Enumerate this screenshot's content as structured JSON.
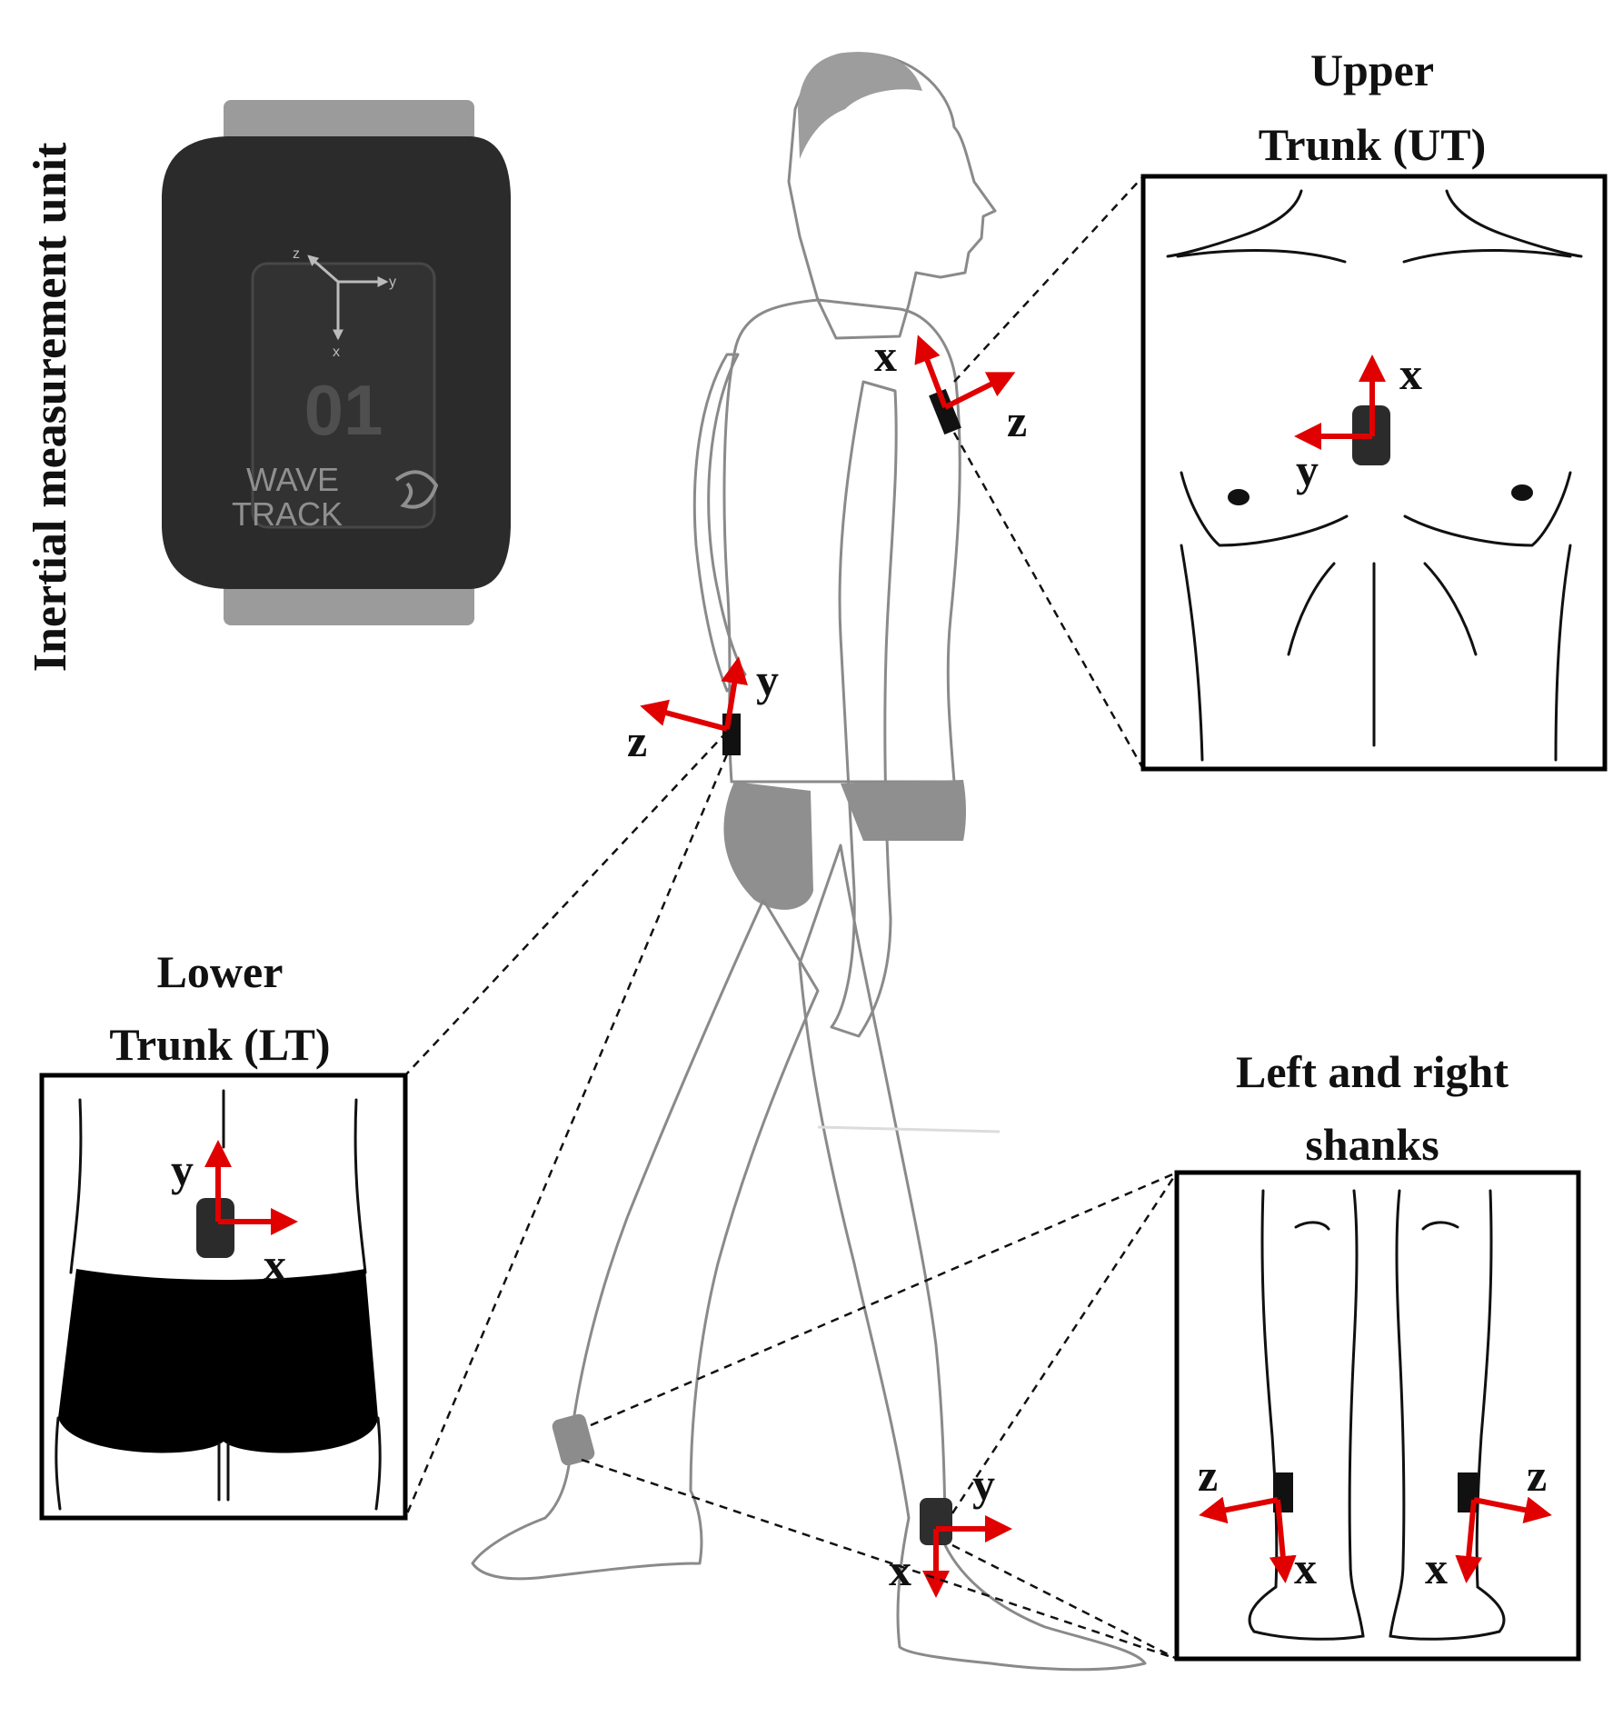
{
  "colors": {
    "axis": "#e00000",
    "sensor": "#111111",
    "device": "#2b2b2b"
  },
  "device": {
    "caption": "Inertial measurement unit",
    "label_number": "01",
    "brand_top": "WAVE",
    "brand_bottom": "TRACK",
    "axis_x": "x",
    "axis_y": "y",
    "axis_z": "z"
  },
  "upper_trunk": {
    "title_line1": "Upper",
    "title_line2": "Trunk (UT)",
    "body_axes": [
      "x",
      "z"
    ],
    "panel_axes": [
      "x",
      "y"
    ]
  },
  "lower_trunk": {
    "title_line1": "Lower",
    "title_line2": "Trunk (LT)",
    "body_axes": [
      "y",
      "z"
    ],
    "panel_axes": [
      "y",
      "x"
    ]
  },
  "shanks": {
    "title_line1": "Left and right",
    "title_line2": "shanks",
    "body_axes": [
      "y",
      "x"
    ],
    "panel_left_axes": [
      "z",
      "x"
    ],
    "panel_right_axes": [
      "z",
      "x"
    ]
  }
}
